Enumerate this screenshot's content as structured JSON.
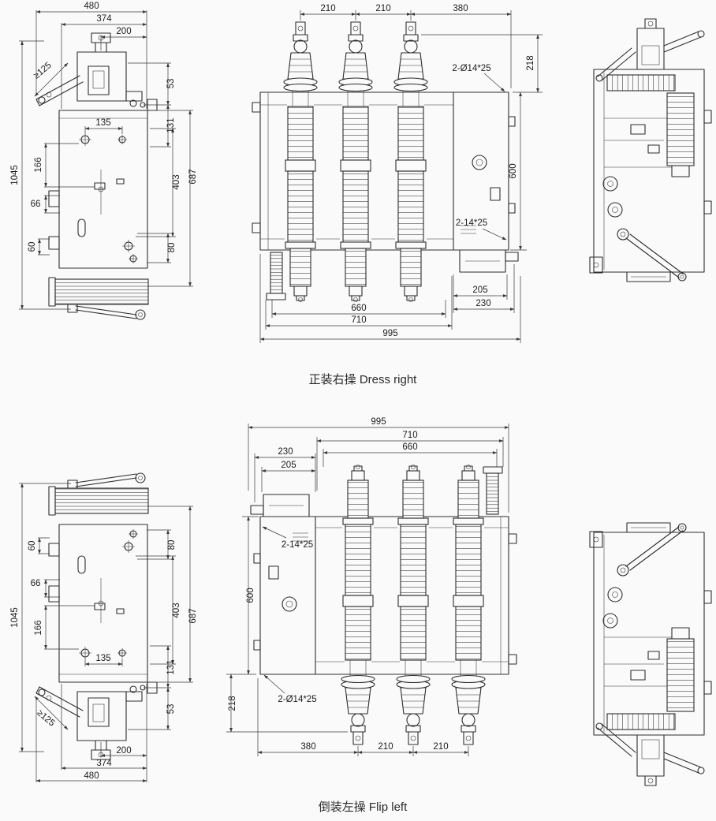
{
  "page": {
    "background": "#fafafa",
    "stroke_color": "#2e2e2e",
    "dimension_color": "#3a3a3a"
  },
  "sections": [
    {
      "id": "dress-right",
      "caption": "正装右操 Dress right",
      "side_view_dims": {
        "w480": "480",
        "w374": "374",
        "w200": "200",
        "clearance125": "≥125",
        "h1045": "1045",
        "w135": "135",
        "h166": "166",
        "h66": "66",
        "h60": "60",
        "h53": "53",
        "h131": "131",
        "h403": "403",
        "h687": "687",
        "h80": "80"
      },
      "front_view_dims": {
        "pitch_a": "210",
        "pitch_b": "210",
        "w380": "380",
        "h218": "218",
        "holes_top": "2-Ø14*25",
        "h600": "600",
        "holes_side": "2-14*25",
        "w205": "205",
        "w230": "230",
        "w660": "660",
        "w710": "710",
        "w995": "995"
      }
    },
    {
      "id": "flip-left",
      "caption": "倒装左操 Flip left",
      "side_view_dims": {
        "w480": "480",
        "w374": "374",
        "w200": "200",
        "clearance125": "≥125",
        "h1045": "1045",
        "w135": "135",
        "h166": "166",
        "h66": "66",
        "h60": "60",
        "h53": "53",
        "h131": "131",
        "h403": "403",
        "h687": "687",
        "h80": "80"
      },
      "front_view_dims": {
        "pitch_a": "210",
        "pitch_b": "210",
        "w380": "380",
        "h218": "218",
        "holes_top": "2-Ø14*25",
        "h600": "600",
        "holes_side": "2-14*25",
        "w205": "205",
        "w230": "230",
        "w660": "660",
        "w710": "710",
        "w995": "995"
      }
    }
  ]
}
